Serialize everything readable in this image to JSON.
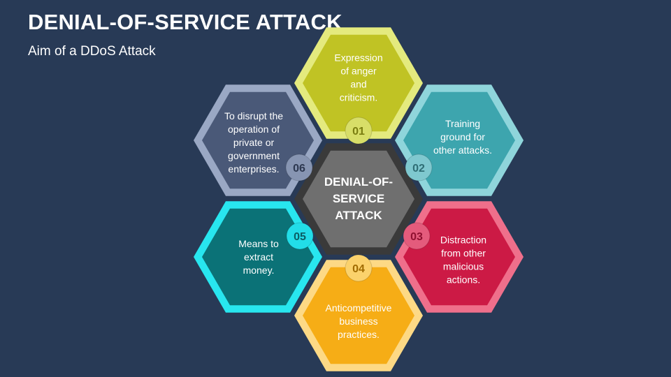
{
  "header": {
    "title": "DENIAL-OF-SERVICE ATTACK",
    "subtitle": "Aim of a DDoS Attack"
  },
  "center": {
    "lines": [
      "DENIAL-OF-",
      "SERVICE",
      "ATTACK"
    ],
    "fill": "#6f6f6f",
    "border": "#3a3a3a"
  },
  "items": [
    {
      "number": "01",
      "lines": [
        "Expression",
        "of anger",
        "and",
        "criticism."
      ],
      "fill": "#c0c324",
      "border": "#e4ea7e",
      "badge": "#d8de68",
      "badge_text": "#7a7d10"
    },
    {
      "number": "02",
      "lines": [
        "Training",
        "ground for",
        "other attacks."
      ],
      "fill": "#3da5ae",
      "border": "#8fd5db",
      "badge": "#7fc8cf",
      "badge_text": "#2f6e75"
    },
    {
      "number": "03",
      "lines": [
        "Distraction",
        "from other",
        "malicious",
        "actions."
      ],
      "fill": "#cc1a45",
      "border": "#ef6f8b",
      "badge": "#e45b7c",
      "badge_text": "#8f1030"
    },
    {
      "number": "04",
      "lines": [
        "Anticompetitive",
        "business",
        "practices."
      ],
      "fill": "#f6ad16",
      "border": "#fdd985",
      "badge": "#fbd26c",
      "badge_text": "#a06b00"
    },
    {
      "number": "05",
      "lines": [
        "Means to",
        "extract",
        "money."
      ],
      "fill": "#0b7277",
      "border": "#28e6ef",
      "badge": "#22dde8",
      "badge_text": "#0b5d63"
    },
    {
      "number": "06",
      "lines": [
        "To disrupt the",
        "operation of",
        "private or",
        "government",
        "enterprises."
      ],
      "fill": "#4a5978",
      "border": "#9aa8c4",
      "badge": "#8795b2",
      "badge_text": "#2d3850"
    }
  ]
}
